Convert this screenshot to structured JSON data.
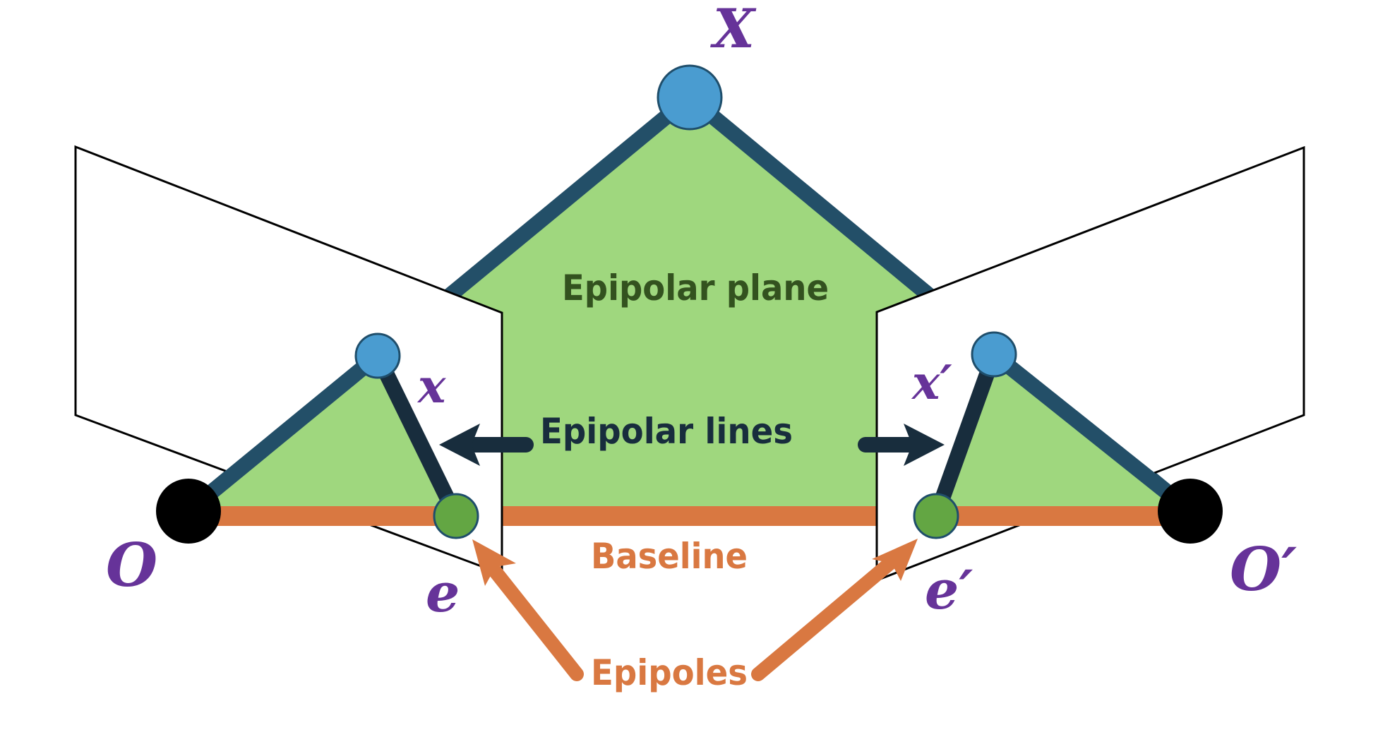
{
  "labels": {
    "X": "X",
    "x": "x",
    "x_prime": "x′",
    "O": "O",
    "O_prime": "O′",
    "e": "e",
    "e_prime": "e′",
    "epipolar_plane": "Epipolar plane",
    "epipolar_lines": "Epipolar lines",
    "baseline": "Baseline",
    "epipoles": "Epipoles"
  },
  "colors": {
    "point_label": "#663399",
    "world_point": "#4a9cd0",
    "point_outline": "#1f4e6b",
    "projection_ray": "#234f68",
    "epipolar_line": "#182d3d",
    "plane_fill": "#9fd77e",
    "plane_text": "#33521f",
    "epipole": "#63a643",
    "baseline": "#d97841",
    "camera_center": "#000000"
  }
}
